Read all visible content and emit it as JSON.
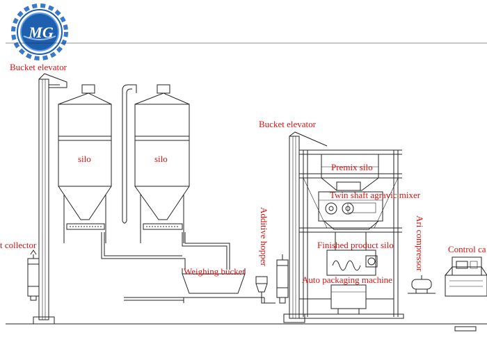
{
  "logo": {
    "text": "MG",
    "gear_color": "#3a78c8",
    "ring_color": "#1f5fb0"
  },
  "labels": {
    "bucket_elevator_left": "Bucket elevator",
    "silo_1": "silo",
    "silo_2": "silo",
    "dust_collector": "t collector",
    "weighing_bucket": "Weighing bucket",
    "additive_hopper": "Additive hopper",
    "bucket_elevator_right": "Bucket elevator",
    "premix_silo": "Premix silo",
    "mixer": "Twin shaft agravic mixer",
    "finished_product_silo": "Finished product silo",
    "auto_packaging": "Auto packaging machine",
    "air_compressor": "Ari compressor",
    "control_cabinet": "Control ca"
  },
  "colors": {
    "label": "#e01010",
    "line": "#222222"
  }
}
